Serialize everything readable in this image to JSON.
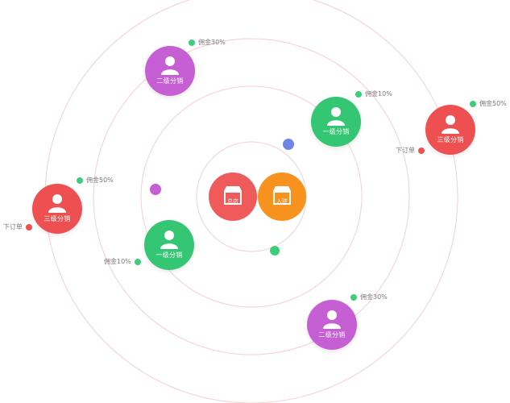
{
  "center": {
    "left": {
      "label": "总店",
      "color": "#ef5b5b"
    },
    "right": {
      "label": "入驻",
      "color": "#f7921e"
    }
  },
  "nodes": [
    {
      "id": "level2-top",
      "label": "二级分销",
      "color": "#c65fd4"
    },
    {
      "id": "level1-right",
      "label": "一级分销",
      "color": "#35c674"
    },
    {
      "id": "level3-right",
      "label": "三级分销",
      "color": "#ee5051"
    },
    {
      "id": "level3-left",
      "label": "三级分销",
      "color": "#ee5051"
    },
    {
      "id": "level1-left",
      "label": "一级分销",
      "color": "#35c674"
    },
    {
      "id": "level2-bottom",
      "label": "二级分销",
      "color": "#c65fd4"
    }
  ],
  "tags": [
    {
      "id": "commission-30-top",
      "text": "佣金30%",
      "dot_color": "#3ccf7a"
    },
    {
      "id": "commission-10-right",
      "text": "佣金10%",
      "dot_color": "#3ccf7a"
    },
    {
      "id": "commission-50-right",
      "text": "佣金50%",
      "dot_color": "#3ccf7a"
    },
    {
      "id": "order-right",
      "text": "下订单",
      "dot_color": "#ee5051"
    },
    {
      "id": "commission-50-left",
      "text": "佣金50%",
      "dot_color": "#3ccf7a"
    },
    {
      "id": "order-left",
      "text": "下订单",
      "dot_color": "#ee5051"
    },
    {
      "id": "commission-10-left",
      "text": "佣金10%",
      "dot_color": "#3ccf7a"
    },
    {
      "id": "commission-30-bottom",
      "text": "佣金30%",
      "dot_color": "#3ccf7a"
    }
  ],
  "orbs": [
    {
      "id": "orb-blue",
      "color": "#6f86e6"
    },
    {
      "id": "orb-purple",
      "color": "#c65fd4"
    },
    {
      "id": "orb-green",
      "color": "#3ccf7a"
    }
  ],
  "colors": {
    "ring": "#f7cfcf",
    "label_text": "#7a7a7a"
  }
}
